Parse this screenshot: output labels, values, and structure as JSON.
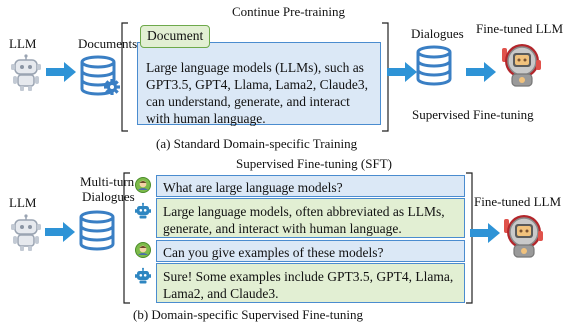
{
  "top": {
    "title": "Continue Pre-training",
    "llm_label": "LLM",
    "documents_label": "Documents",
    "doc_tag": "Document",
    "doc_text": "Large language models (LLMs), such as GPT3.5, GPT4, Llama, Lama2, Claude3, can understand, generate, and interact with human language.",
    "dialogues_label": "Dialogues",
    "finetuned_label": "Fine-tuned LLM",
    "sft_label": "Supervised Fine-tuning",
    "caption": "(a) Standard Domain-specific Training"
  },
  "bottom": {
    "title": "Supervised Fine-tuning (SFT)",
    "llm_label": "LLM",
    "dialogues_label_1": "Multi-turn",
    "dialogues_label_2": "Dialogues",
    "finetuned_label": "Fine-tuned LLM",
    "caption": "(b) Domain-specific Supervised Fine-tuning",
    "turns": [
      {
        "role": "user",
        "text": "What are large language models?"
      },
      {
        "role": "assistant",
        "text": "Large language models, often abbreviated as LLMs, generate, and interact with human language."
      },
      {
        "role": "user",
        "text": "Can you give examples of these models?"
      },
      {
        "role": "assistant",
        "text": "Sure! Some examples include GPT3.5, GPT4, Llama, Lama2, and Claude3."
      }
    ]
  },
  "colors": {
    "arrow": "#2e93d6",
    "db": "#3a7fc4",
    "box_blue": "#dbe8f6",
    "box_green": "#e2efd3",
    "box_border": "#4a8ccf"
  }
}
